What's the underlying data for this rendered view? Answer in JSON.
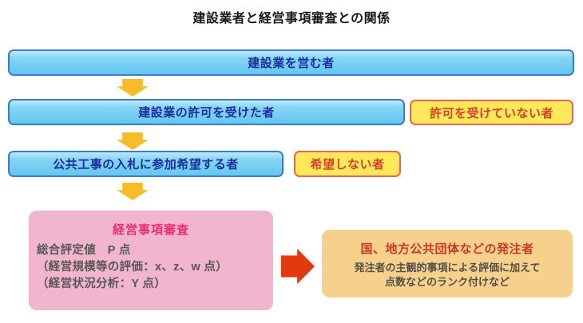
{
  "title": "建設業者と経営事項審査との関係",
  "flow": {
    "box1": {
      "label": "建設業を営む者"
    },
    "box2": {
      "label": "建設業の許可を受けた者"
    },
    "box2_side": {
      "label": "許可を受けていない者"
    },
    "box3": {
      "label": "公共工事の入札に参加希望する者"
    },
    "box3_side": {
      "label": "希望しない者"
    }
  },
  "examination": {
    "title": "経営事項審査",
    "lines": [
      "総合評定値　P 点",
      "（経営規模等の評価：x、z、w 点）",
      "（経営状況分析：Y 点）"
    ]
  },
  "orderer": {
    "title": "国、地方公共団体などの発注者",
    "lines": [
      "発注者の主観的事項による評価に加えて",
      "点数などのランク付けなど"
    ]
  },
  "colors": {
    "blue_box_fill": "#63c7f0",
    "blue_box_border": "#3a7cc6",
    "blue_text": "#1b2d9e",
    "yellow_box_fill": "#ffe95a",
    "yellow_box_border": "#e8654a",
    "yellow_box_text": "#d6402c",
    "down_arrow": "#f9bb28",
    "pink_box_fill": "#f1b5cd",
    "pink_title_text": "#e7316d",
    "pink_body_text": "#595757",
    "right_arrow": "#e23a0e",
    "orange_box_fill": "#f7d18b",
    "orange_title_text": "#c93827",
    "orange_body_text": "#544f4a"
  }
}
